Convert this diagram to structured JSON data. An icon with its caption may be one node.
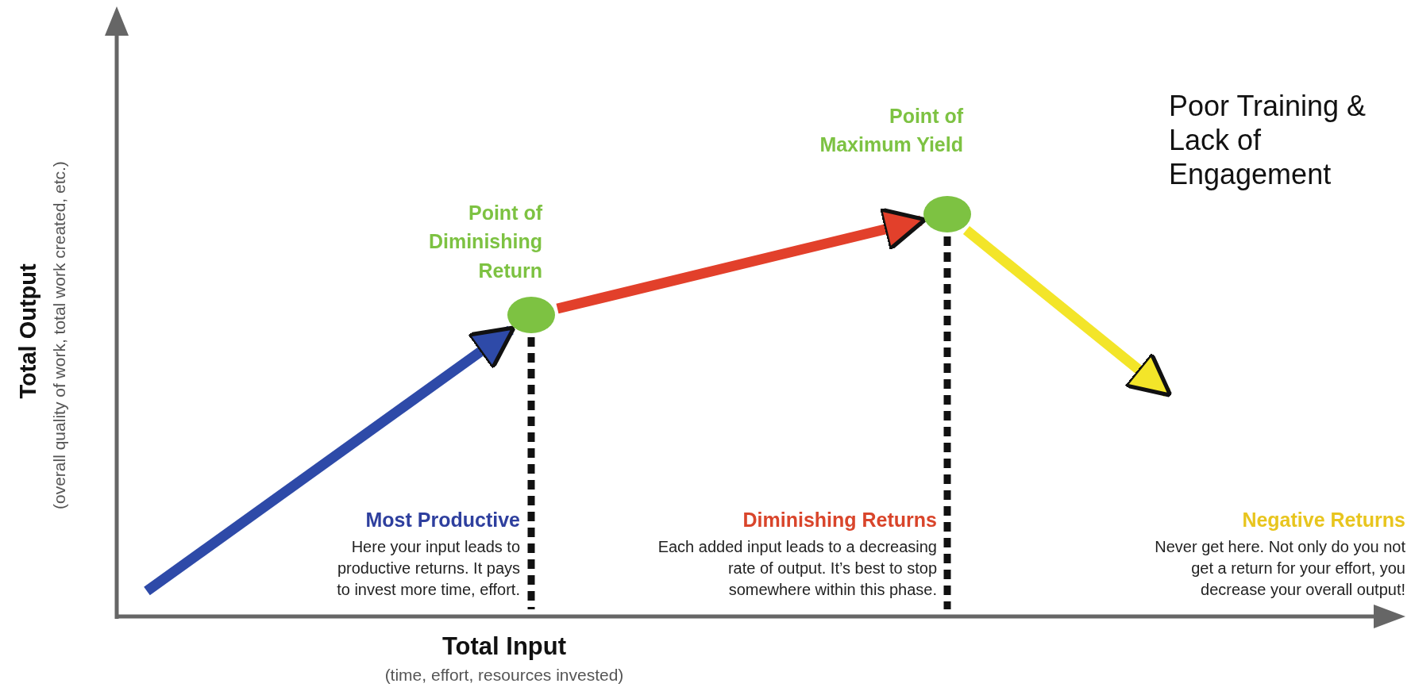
{
  "diagram": {
    "nodes": [
      {
        "text": [],
        "shape": "circle",
        "beside": [
          "Point of Diminishing Return"
        ]
      },
      {
        "text": [],
        "shape": "circle",
        "beside": [
          "Point of Maximum Yield"
        ]
      }
    ],
    "edges": [
      {
        "from": null,
        "to": 0,
        "arrow": "to",
        "color": "#2e4aa8"
      },
      {
        "from": 0,
        "to": 1,
        "arrow": "to",
        "color": "#e2402b"
      },
      {
        "from": 1,
        "to": null,
        "arrow": "to",
        "color": "#f3e529"
      }
    ],
    "labels": [
      "Poor Training & Lack of Engagement",
      "Total Output",
      "(overall quality of work, total work created, etc.)",
      "Most Productive",
      "Here your input leads to productive returns. It pays to invest more time, effort.",
      "Diminishing Returns",
      "Each added input leads to a decreasing rate of output. It’s best to stop somewhere within this phase.",
      "Negative Returns",
      "Never get here. Not only do you not get a return for your effort, you decrease your overall output!",
      "Total Input",
      "(time, effort, resources invested)"
    ]
  }
}
